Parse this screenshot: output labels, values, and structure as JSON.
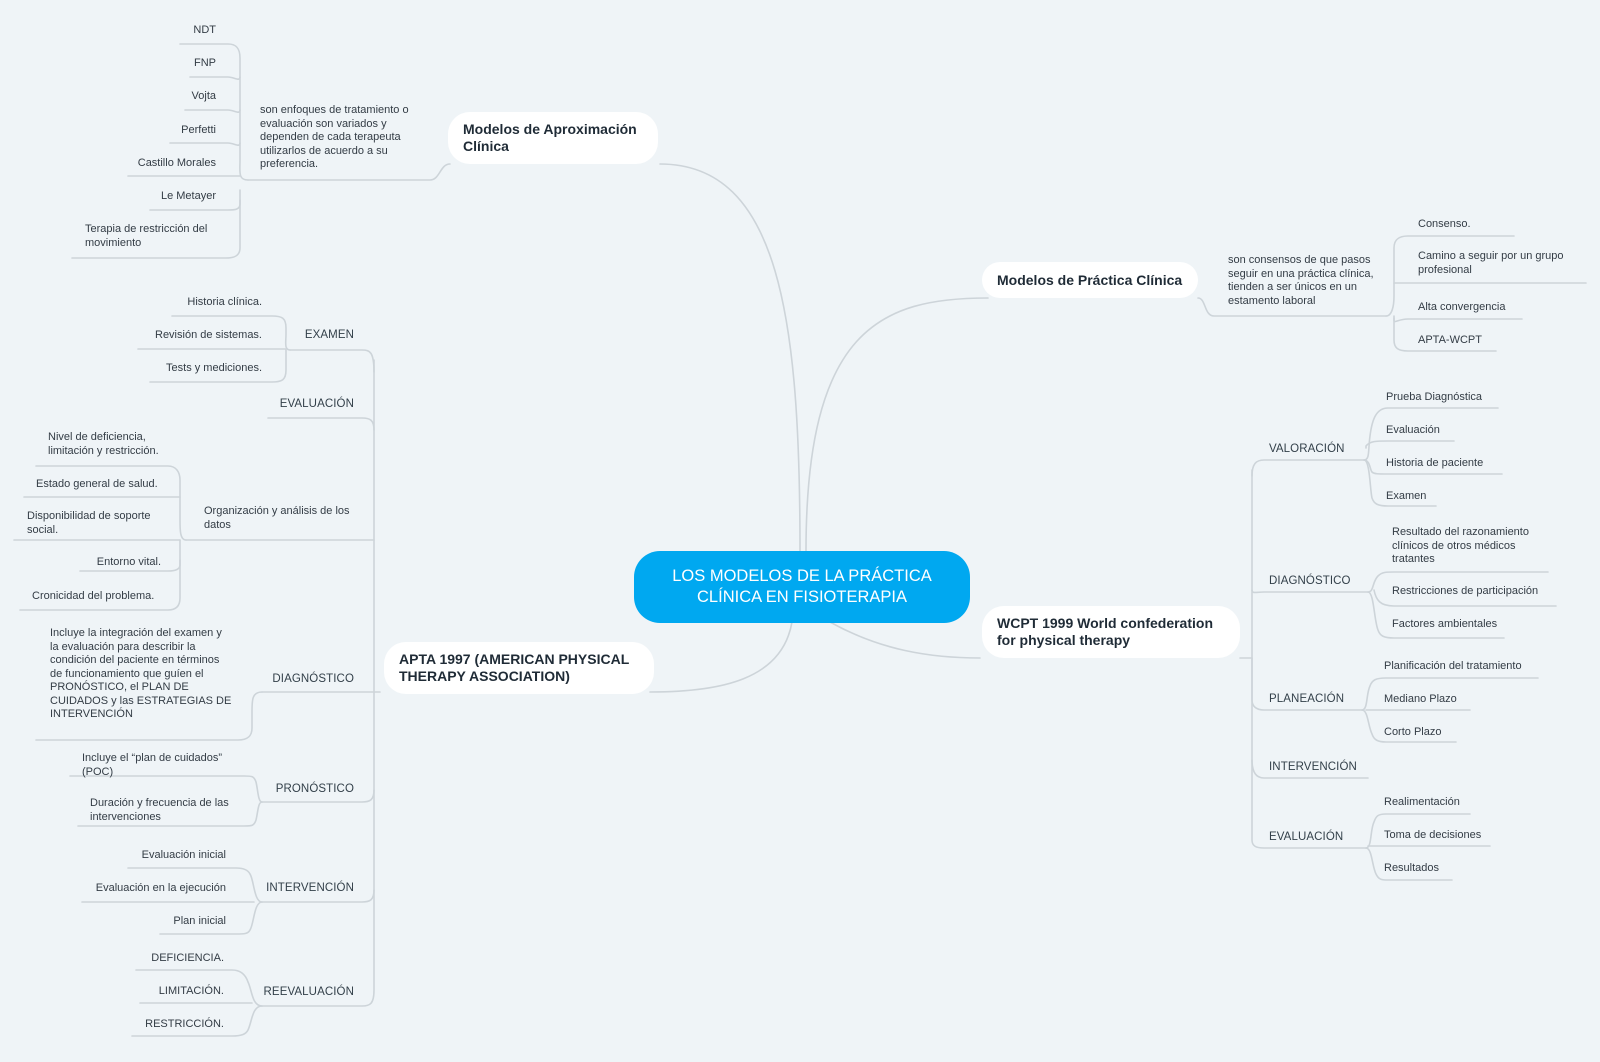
{
  "central": "LOS MODELOS DE LA PRÁCTICA CLÍNICA EN FISIOTERAPIA",
  "aproximacion": {
    "title": "Modelos de Aproximación Clínica",
    "description": "son enfoques de tratamiento o evaluación son variados y dependen de cada terapeuta utilizarlos de acuerdo a su preferencia.",
    "items": [
      "NDT",
      "FNP",
      "Vojta",
      "Perfetti",
      "Castillo Morales",
      "Le Metayer",
      "Terapia de restricción del movimiento"
    ]
  },
  "apta": {
    "title": "APTA 1997 (AMERICAN PHYSICAL THERAPY ASSOCIATION)",
    "examen": {
      "label": "EXAMEN",
      "items": [
        "Historia clínica.",
        "Revisión de sistemas.",
        "Tests y mediciones."
      ]
    },
    "evaluacion": {
      "label": "EVALUACIÓN"
    },
    "organizacion": {
      "label": "Organización y análisis de los datos",
      "items": [
        "Nivel de deficiencia, limitación y restricción.",
        "Estado general de salud.",
        "Disponibilidad de soporte social.",
        "Entorno vital.",
        "Cronicidad del problema."
      ]
    },
    "diagnostico": {
      "label": "DIAGNÓSTICO",
      "detail": "Incluye la integración del examen y la evaluación para describir la condición del paciente en términos de funcionamiento que guíen el PRONÓSTICO, el PLAN DE CUIDADOS y las ESTRATEGIAS DE INTERVENCIÓN"
    },
    "pronostico": {
      "label": "PRONÓSTICO",
      "items": [
        "Incluye el “plan de cuidados” (POC)",
        "Duración y frecuencia de las intervenciones"
      ]
    },
    "intervencion": {
      "label": "INTERVENCIÓN",
      "items": [
        "Evaluación inicial",
        "Evaluación en la ejecución",
        "Plan inicial"
      ]
    },
    "reevaluacion": {
      "label": "REEVALUACIÓN",
      "items": [
        "DEFICIENCIA.",
        "LIMITACIÓN.",
        "RESTRICCIÓN."
      ]
    }
  },
  "practica": {
    "title": "Modelos de Práctica Clínica",
    "description": "son consensos de que pasos seguir en una práctica clínica, tienden a ser únicos en un estamento laboral",
    "items": [
      "Consenso.",
      "Camino a seguir por un grupo profesional",
      "Alta convergencia",
      "APTA-WCPT"
    ]
  },
  "wcpt": {
    "title": "WCPT 1999 World confederation for physical therapy",
    "valoracion": {
      "label": "VALORACIÓN",
      "items": [
        "Prueba Diagnóstica",
        "Evaluación",
        "Historia de paciente",
        "Examen"
      ]
    },
    "diagnostico": {
      "label": "DIAGNÓSTICO",
      "items": [
        "Resultado del razonamiento clínicos de otros médicos tratantes",
        "Restricciones de participación",
        "Factores ambientales"
      ]
    },
    "planeacion": {
      "label": "PLANEACIÓN",
      "items": [
        "Planificación del tratamiento",
        "Mediano Plazo",
        "Corto Plazo"
      ]
    },
    "intervencion": {
      "label": "INTERVENCIÓN"
    },
    "evaluacion": {
      "label": "EVALUACIÓN",
      "items": [
        "Realimentación",
        "Toma de decisiones",
        "Resultados"
      ]
    }
  },
  "colors": {
    "background": "#eff4f7",
    "central": "#00a8f0",
    "line": "#cdd4d9"
  }
}
